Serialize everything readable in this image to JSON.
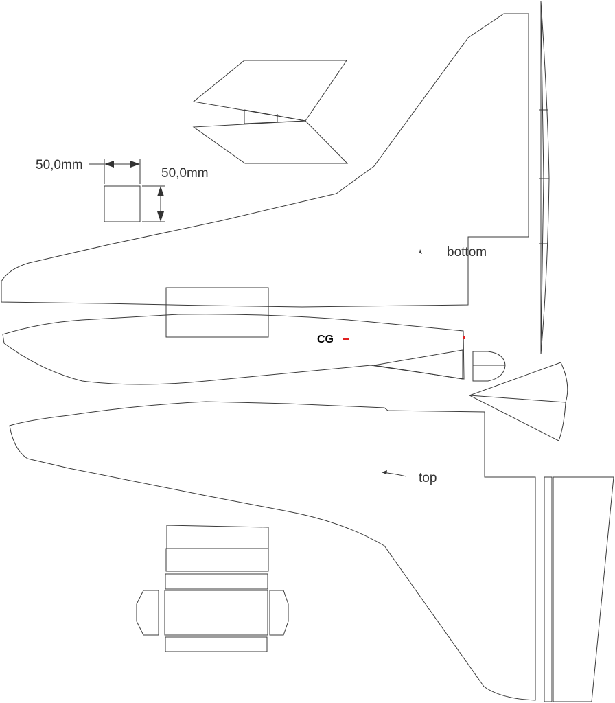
{
  "labels": {
    "dim_width": "50,0mm",
    "dim_height": "50,0mm",
    "bottom": "bottom",
    "top": "top",
    "cg": "CG"
  },
  "colors": {
    "line": "#3a3a3a",
    "cg_mark": "#e02020",
    "background": "#ffffff"
  }
}
